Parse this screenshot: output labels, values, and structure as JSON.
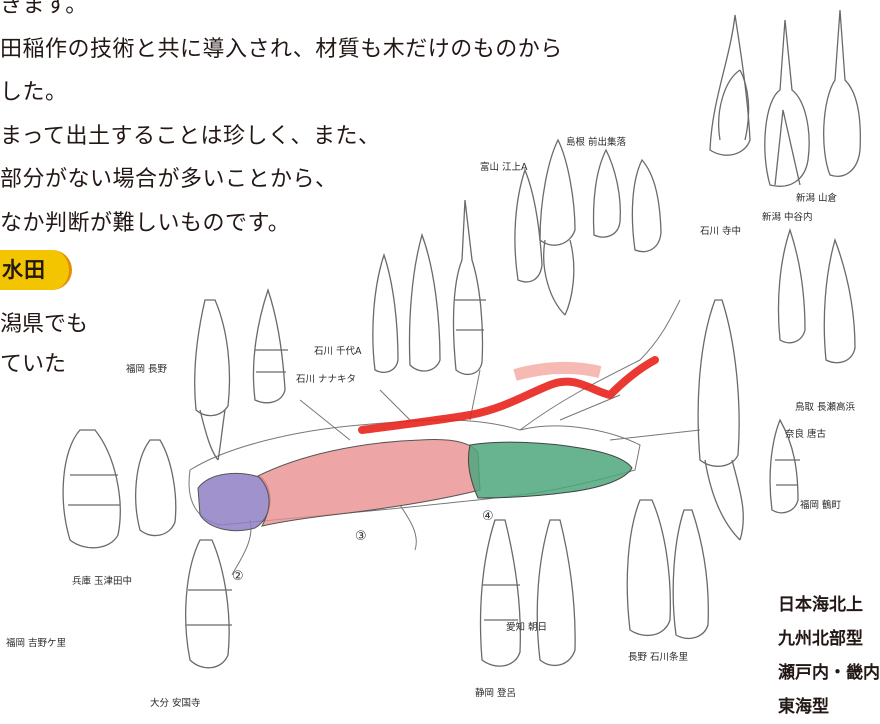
{
  "intro_lines": [
    "きます。",
    "田稲作の技術と共に導入され、材質も木だけのものから",
    "した。",
    "まって出土することは珍しく、また、",
    "部分がない場合が多いことから、",
    "なか判断が難しいものです。"
  ],
  "section_badge": "水田",
  "side_lines": [
    "潟県でも",
    "ていた"
  ],
  "legend_lines": [
    "日本海北上",
    "九州北部型",
    "瀬戸内・畿内",
    "東海型"
  ],
  "map_numbers": [
    "②",
    "③",
    "④"
  ],
  "tool_labels": [
    "島根 前出集落",
    "富山 江上A",
    "石川 ナナキタ",
    "石川 千代A",
    "福岡 長野",
    "兵庫 玉津田中",
    "石川 寺中",
    "新潟 山倉",
    "新潟 中谷内",
    "鳥取 長瀬高浜",
    "愛知 朝日",
    "大分 安国寺",
    "静岡 登呂",
    "長野 石川条里",
    "福岡 吉野ケ里",
    "福岡 鶴町",
    "奈良 唐古"
  ],
  "colors": {
    "badge_bg": "#f3c400",
    "badge_edge": "#e58c00",
    "region_purple": "#8f7fc4",
    "region_pink": "#e98f8f",
    "region_green": "#4ea67c",
    "route_red": "#e8231c"
  }
}
